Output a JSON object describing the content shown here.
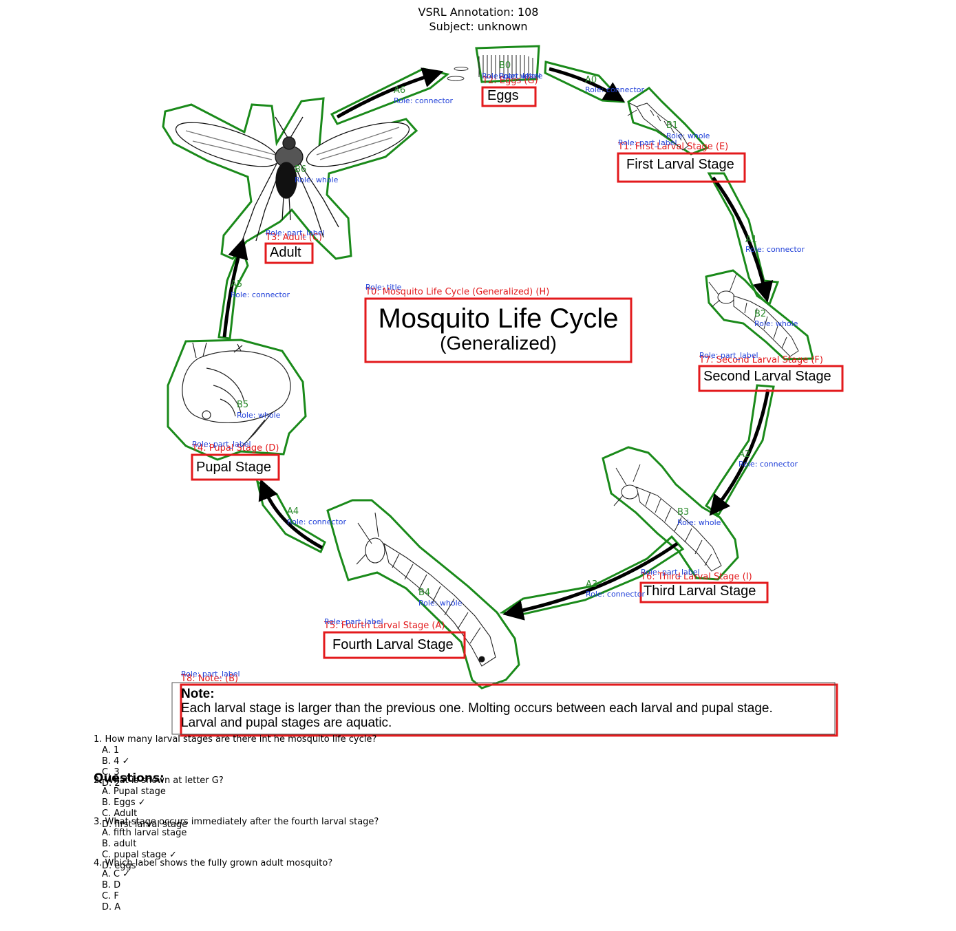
{
  "header": {
    "title": "VSRL Annotation: 108",
    "subject": "Subject: unknown"
  },
  "diagram": {
    "title_line1": "Mosquito Life Cycle",
    "title_line2": "(Generalized)",
    "labels": {
      "eggs": "Eggs",
      "first_larval": "First Larval Stage",
      "second_larval": "Second Larval Stage",
      "third_larval": "Third Larval Stage",
      "fourth_larval": "Fourth Larval Stage",
      "pupal": "Pupal Stage",
      "adult": "Adult"
    },
    "note_heading": "Note:",
    "note_line1": "Each larval stage is larger than the previous one.  Molting occurs between each larval and pupal stage.",
    "note_line2": "Larval and pupal stages are aquatic."
  },
  "annotations": {
    "t0": "T0: Mosquito Life Cycle (Generalized) (H)",
    "t1": "T1: First Larval Stage (E)",
    "t2": "T2: Eggs (G)",
    "t3": "T3: Adult (C)",
    "t4": "T4: Pupal Stage (D)",
    "t5": "T5: Fourth Larval Stage (A)",
    "t6": "T6: Third Larval Stage (I)",
    "t7": "T7: Second Larval Stage (F)",
    "t8": "T8: Note:  (B)",
    "role_title": "Role: title",
    "role_part_label": "Role: part_label",
    "role_whole": "Role: whole",
    "role_connector": "Role: connector",
    "a0": "A0",
    "a1": "A1",
    "a2": "A2",
    "a3": "A3",
    "a4": "A4",
    "a5": "A5",
    "a6": "A6",
    "b0": "B0",
    "b1": "B1",
    "b2": "B2",
    "b3": "B3",
    "b4": "B4",
    "b5": "B5",
    "b6": "B6"
  },
  "questions_heading": "Questions:",
  "questions": [
    {
      "q": "1. How many larval stages are there int he mosquito life cycle?",
      "options": [
        "A. 1",
        "B. 4 ✓",
        "C. 3",
        "D. 2"
      ]
    },
    {
      "q": "2. What is shown at letter G?",
      "options": [
        "A. Pupal stage",
        "B. Eggs ✓",
        "C. Adult",
        "D. first larval stage"
      ]
    },
    {
      "q": "3. What stage occurs immediately after the fourth larval stage?",
      "options": [
        "A. fifth larval stage",
        "B. adult",
        "C. pupal stage ✓",
        "D. eggs"
      ]
    },
    {
      "q": "4. Which label shows the fully grown adult mosquito?",
      "options": [
        "A. C ✓",
        "B. D",
        "C. F",
        "D. A"
      ]
    }
  ],
  "colors": {
    "label_box": "#e31a1c",
    "region_outline": "#1a8a1a",
    "role_text": "#1f3fd8",
    "arrow": "#000000"
  }
}
